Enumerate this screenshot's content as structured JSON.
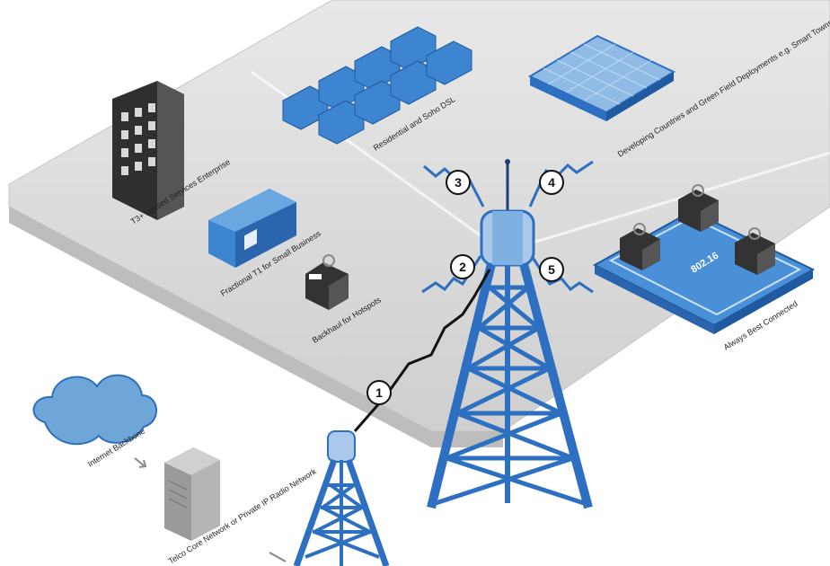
{
  "labels": {
    "enterprise": "T3+ Leased Services Enterprise",
    "small_business": "Fractional T1 for Small Business",
    "hotspots": "Backhaul for Hotspots",
    "residential": "Residential and Soho DSL",
    "developing": "Developing Countries and Green Field Deployments e.g. Smart Towns",
    "nomadic": "Always Best Connected",
    "standard": "802.16",
    "internet": "Internet Backbone",
    "core": "Telco Core Network or Private IP Radio Network"
  },
  "links": [
    "1",
    "2",
    "3",
    "4",
    "5"
  ],
  "colors": {
    "tower": "#2d6fc0",
    "building_blue": "#3d85d0",
    "building_dark": "#3a3a3a",
    "platform": "#dcdcdc",
    "ground": "#efefef",
    "cloud": "#6fa6d8"
  }
}
